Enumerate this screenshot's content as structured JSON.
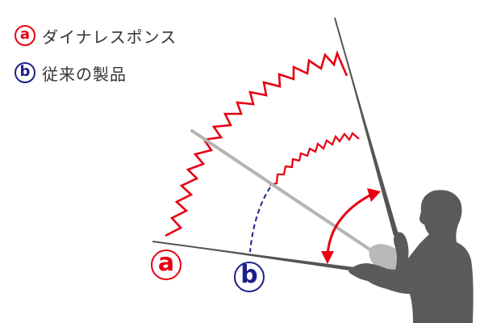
{
  "legend": {
    "items": [
      {
        "key": "a",
        "badge": "a",
        "label": "ダイナレスポンス",
        "color": "#e60012"
      },
      {
        "key": "b",
        "badge": "b",
        "label": "従来の製品",
        "color": "#1d2087"
      }
    ]
  },
  "markers": {
    "a": "a",
    "b": "b"
  },
  "colors": {
    "red": "#e60012",
    "navy": "#1d2087",
    "rod_dark": "#555555",
    "rod_light": "#b5b5b5",
    "silhouette": "#5b5a5a",
    "silhouette_light": "#b9b9b9"
  }
}
